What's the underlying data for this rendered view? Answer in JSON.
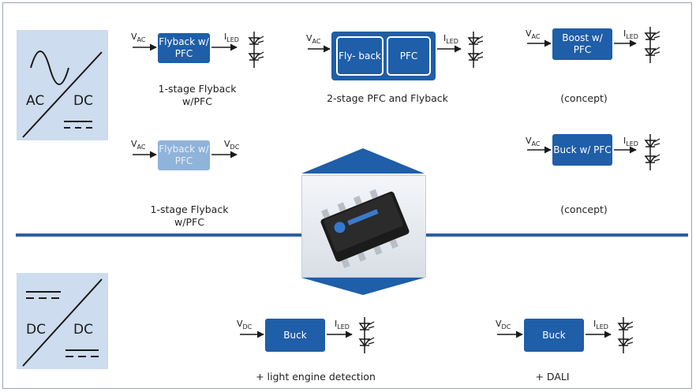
{
  "colors": {
    "block": "#1f5ea8",
    "block_faded": "#8fb3d9",
    "panel": "#cddcee",
    "divider": "#2d5fa3"
  },
  "acdc_icon": {
    "left": "AC",
    "right": "DC"
  },
  "dcdc_icon": {
    "left": "DC",
    "right": "DC"
  },
  "topologies": {
    "flyback_pfc": {
      "block": "Flyback w/ PFC",
      "input": "V",
      "input_sub": "AC",
      "output": "I",
      "output_sub": "LED",
      "caption_1": "1-stage Flyback",
      "caption_2": "w/PFC"
    },
    "two_stage": {
      "block_a": "Fly- back",
      "block_b": "PFC",
      "input": "V",
      "input_sub": "AC",
      "output": "I",
      "output_sub": "LED",
      "caption": "2-stage PFC and Flyback"
    },
    "boost_pfc": {
      "block": "Boost w/ PFC",
      "input": "V",
      "input_sub": "AC",
      "output": "I",
      "output_sub": "LED",
      "caption": "(concept)"
    },
    "flyback_dc": {
      "block": "Flyback w/ PFC",
      "input": "V",
      "input_sub": "AC",
      "output": "V",
      "output_sub": "DC",
      "caption_1": "1-stage Flyback",
      "caption_2": "w/PFC"
    },
    "buck_pfc": {
      "block": "Buck w/ PFC",
      "input": "V",
      "input_sub": "AC",
      "output": "I",
      "output_sub": "LED",
      "caption": "(concept)"
    },
    "buck_light": {
      "block": "Buck",
      "input": "V",
      "input_sub": "DC",
      "output": "I",
      "output_sub": "LED",
      "caption": "+ light engine detection"
    },
    "buck_dali": {
      "block": "Buck",
      "input": "V",
      "input_sub": "DC",
      "output": "I",
      "output_sub": "LED",
      "caption": "+ DALI"
    }
  },
  "icons": {
    "led": "led-string-icon",
    "chip": "ic-chip-icon",
    "arrow": "arrow-right-icon"
  }
}
